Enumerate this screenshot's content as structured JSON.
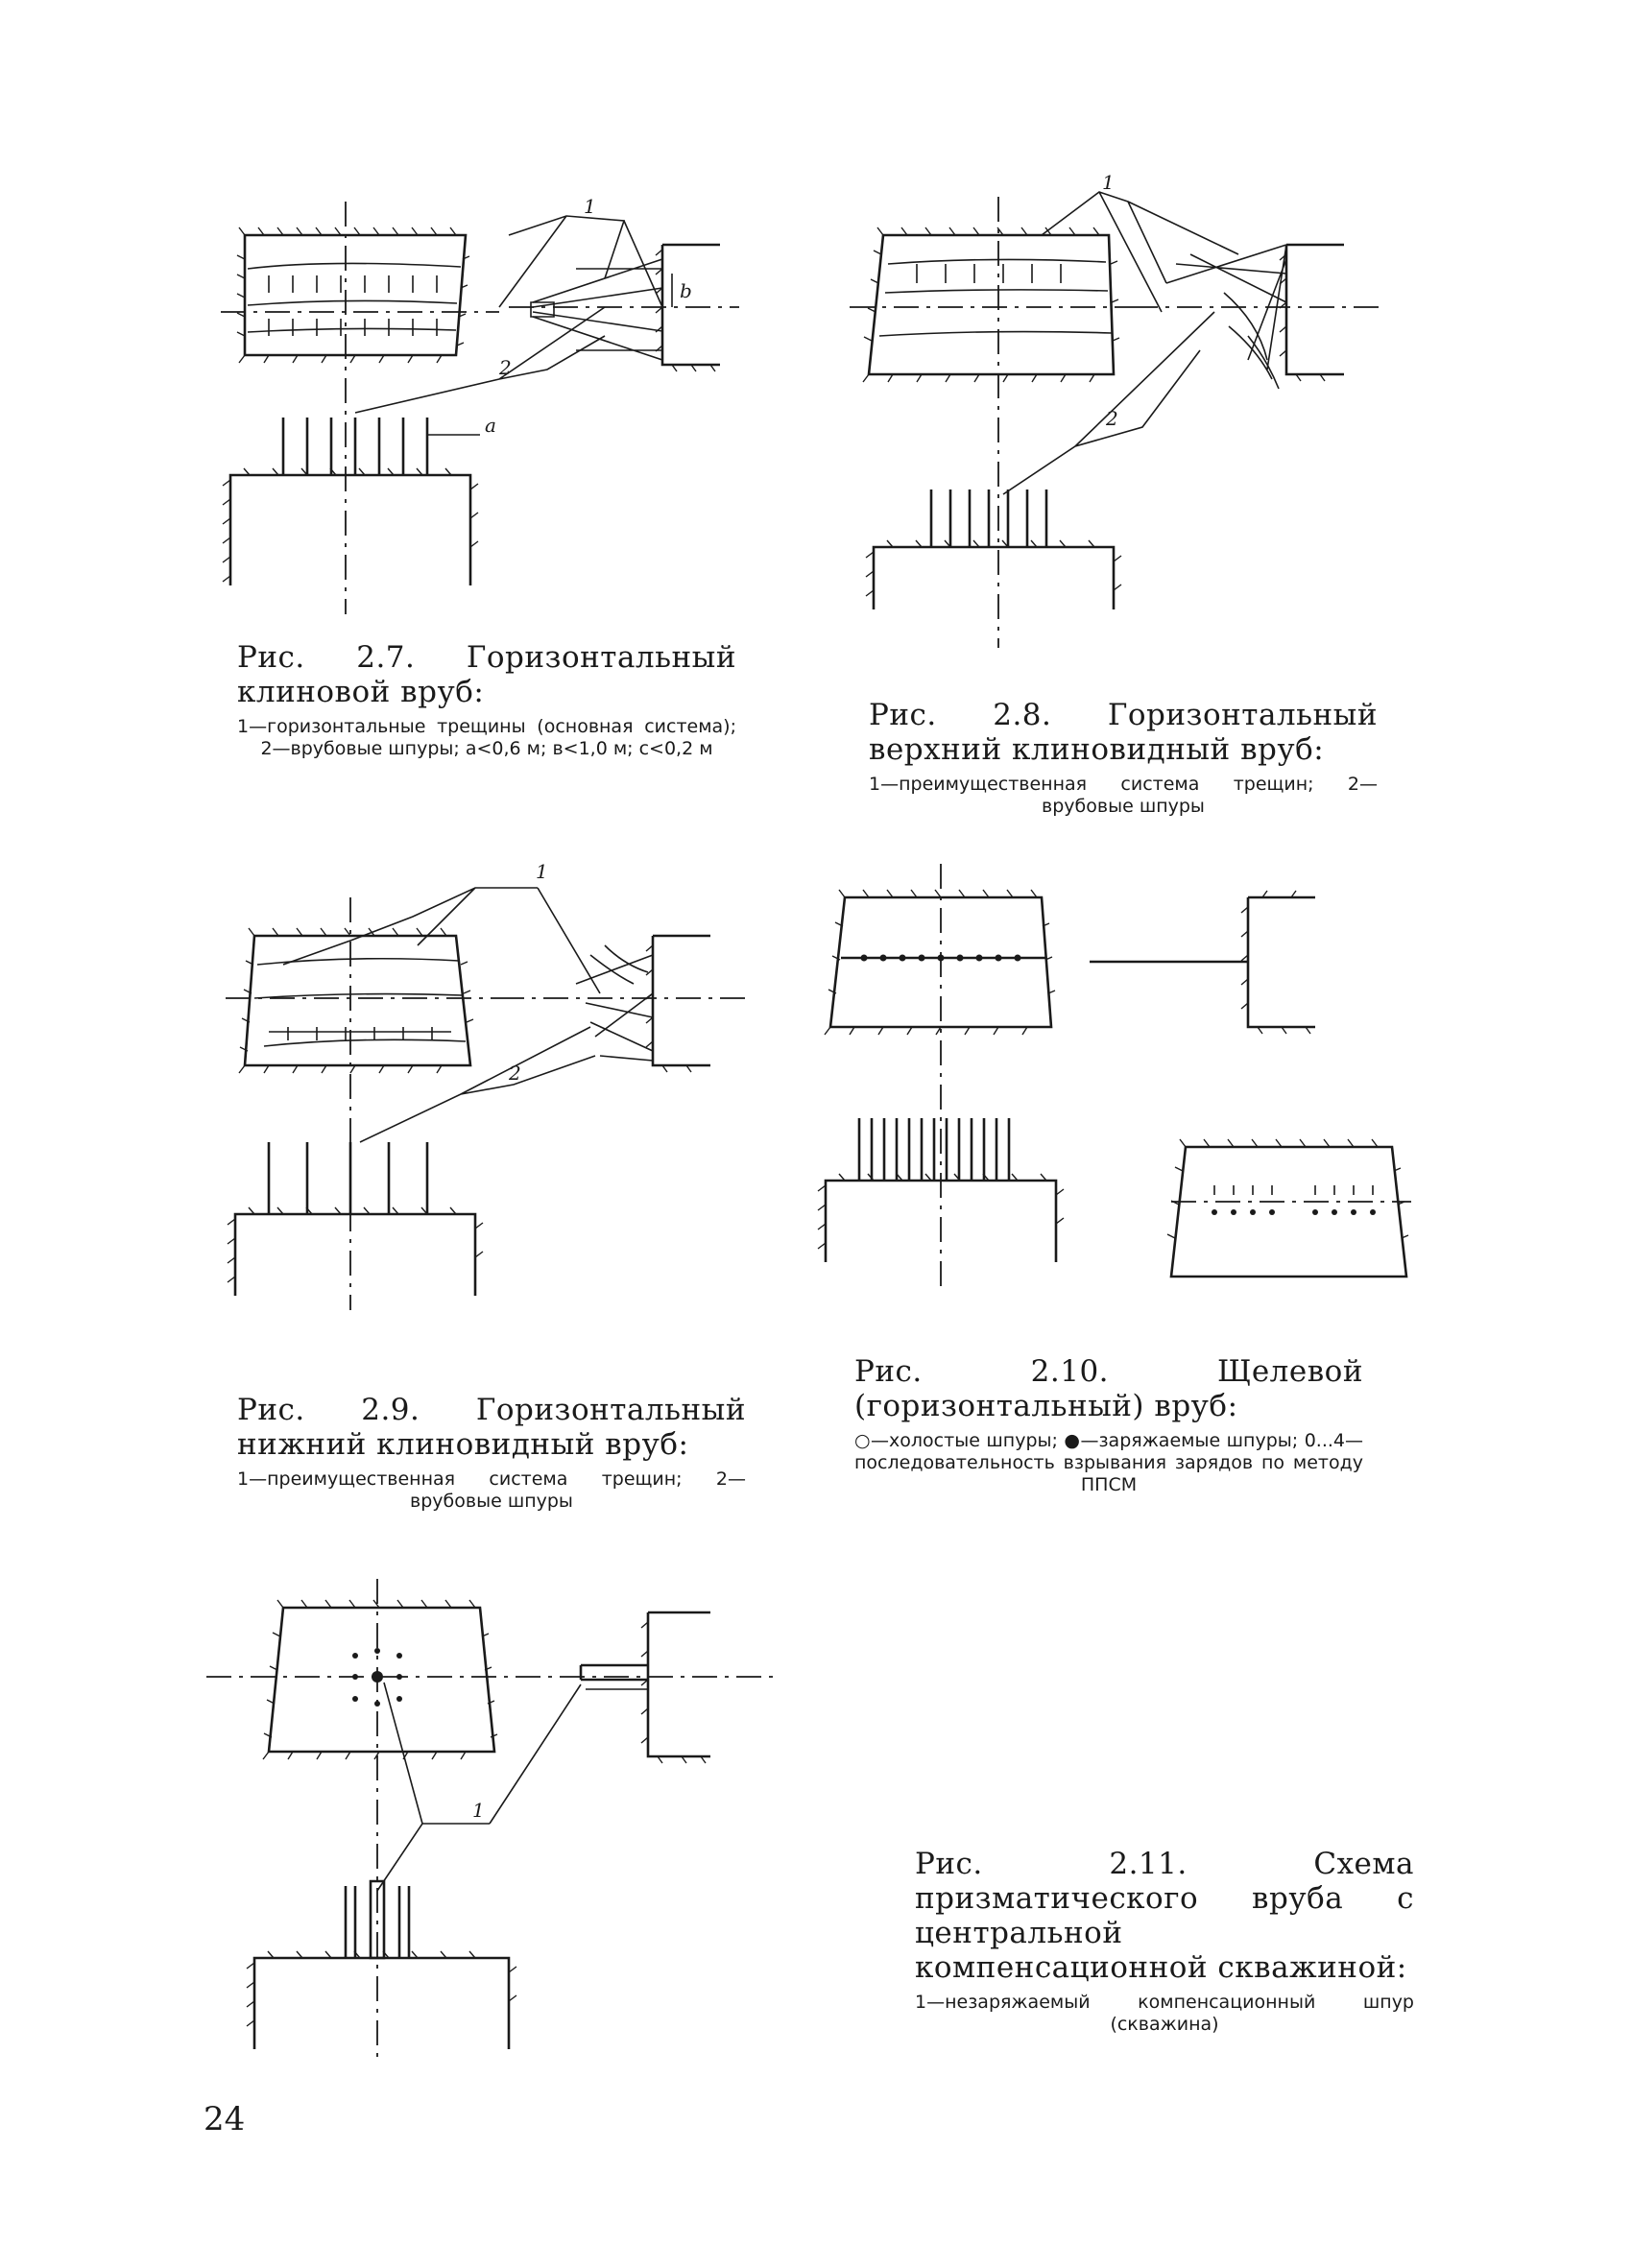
{
  "page": {
    "number": "24"
  },
  "figures": [
    {
      "id": "2.7",
      "title": "Рис. 2.7. Горизонтальный клиновой вруб:",
      "legend": "1—горизонтальные трещины (основная система); 2—врубовые шпуры; a<0,6 м; в<1,0 м; c<0,2 м",
      "callouts": [
        "1",
        "2",
        "b",
        "a"
      ]
    },
    {
      "id": "2.8",
      "title": "Рис. 2.8. Горизонтальный верхний клиновидный вруб:",
      "legend": "1—преимущественная система трещин; 2—врубовые шпуры",
      "callouts": [
        "1",
        "2"
      ]
    },
    {
      "id": "2.9",
      "title": "Рис. 2.9. Горизонтальный нижний клиновидный вруб:",
      "legend": "1—преимущественная система трещин; 2—врубовые шпуры",
      "callouts": [
        "1",
        "2"
      ]
    },
    {
      "id": "2.10",
      "title": "Рис. 2.10. Щелевой (горизонтальный) вруб:",
      "legend": "○—холостые шпуры; ●—заряжаемые шпуры; 0...4—последовательность взрывания зарядов по методу ППСМ",
      "callouts": []
    },
    {
      "id": "2.11",
      "title": "Рис. 2.11. Схема призматического вруба с центральной компенсационной скважиной:",
      "legend": "1—незаряжаемый компенсационный шпур (скважина)",
      "callouts": [
        "1"
      ]
    }
  ]
}
